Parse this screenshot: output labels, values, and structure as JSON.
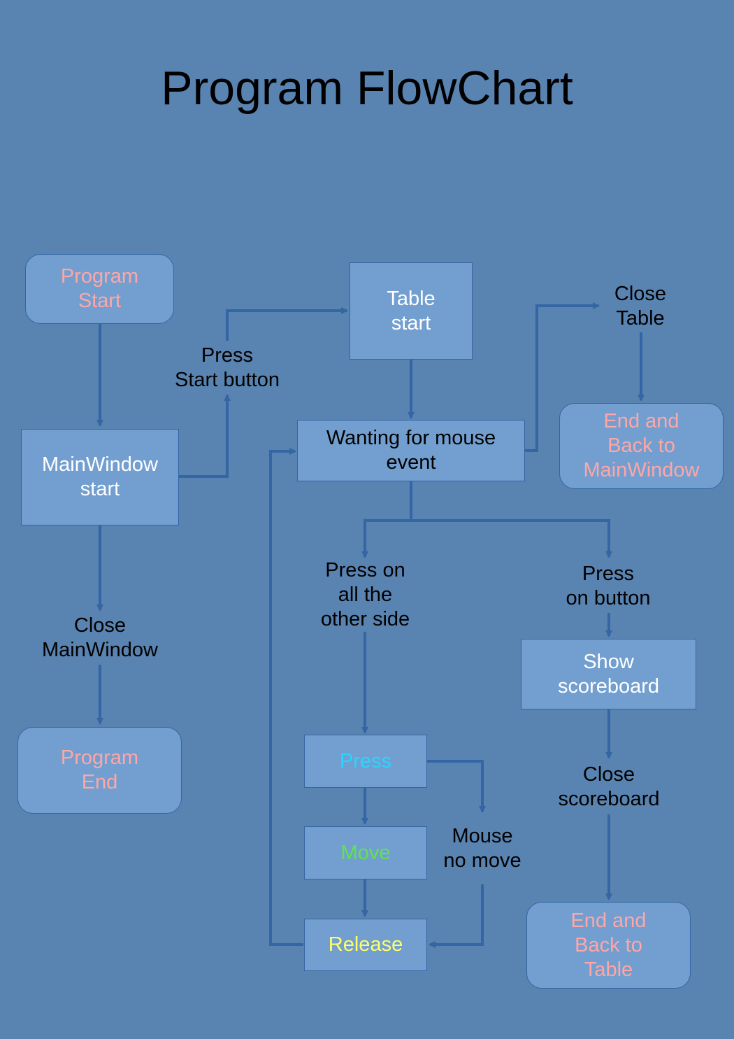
{
  "title": "Program FlowChart",
  "colors": {
    "background": "#5983b0",
    "box_fill": "#729fcf",
    "connector": "#3465a4",
    "terminal_text": "#ffa6a6",
    "press_text": "#2ad4ff",
    "move_text": "#5fe34f",
    "release_text": "#ffff66"
  },
  "nodes": {
    "program_start": "Program\nStart",
    "mainwindow_start": "MainWindow\nstart",
    "program_end": "Program\nEnd",
    "table_start": "Table\nstart",
    "waiting": "Wanting for mouse\nevent",
    "end_back_mainwindow": "End and\nBack to\nMainWindow",
    "press": "Press",
    "move": "Move",
    "release": "Release",
    "show_scoreboard": "Show\nscoreboard",
    "end_back_table": "End and\nBack to\nTable"
  },
  "labels": {
    "press_start_button": "Press\nStart button",
    "close_mainwindow": "Close\nMainWindow",
    "close_table": "Close\nTable",
    "press_other_side": "Press on\nall the\nother side",
    "press_on_button": "Press\non button",
    "mouse_no_move": "Mouse\nno move",
    "close_scoreboard": "Close\nscoreboard"
  }
}
